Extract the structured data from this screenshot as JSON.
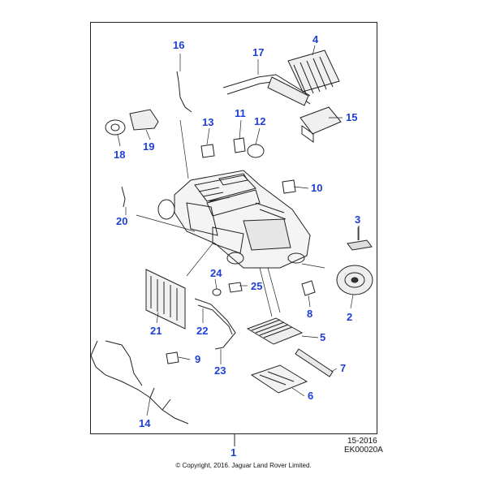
{
  "diagram": {
    "callouts": [
      "1",
      "2",
      "3",
      "4",
      "5",
      "6",
      "7",
      "8",
      "9",
      "10",
      "11",
      "12",
      "13",
      "14",
      "15",
      "16",
      "17",
      "18",
      "19",
      "20",
      "21",
      "22",
      "23",
      "24",
      "25"
    ],
    "date_code": "15-2016",
    "drawing_id": "EK00020A",
    "copyright": "© Copyright, 2016. Jaguar Land Rover Limited."
  }
}
